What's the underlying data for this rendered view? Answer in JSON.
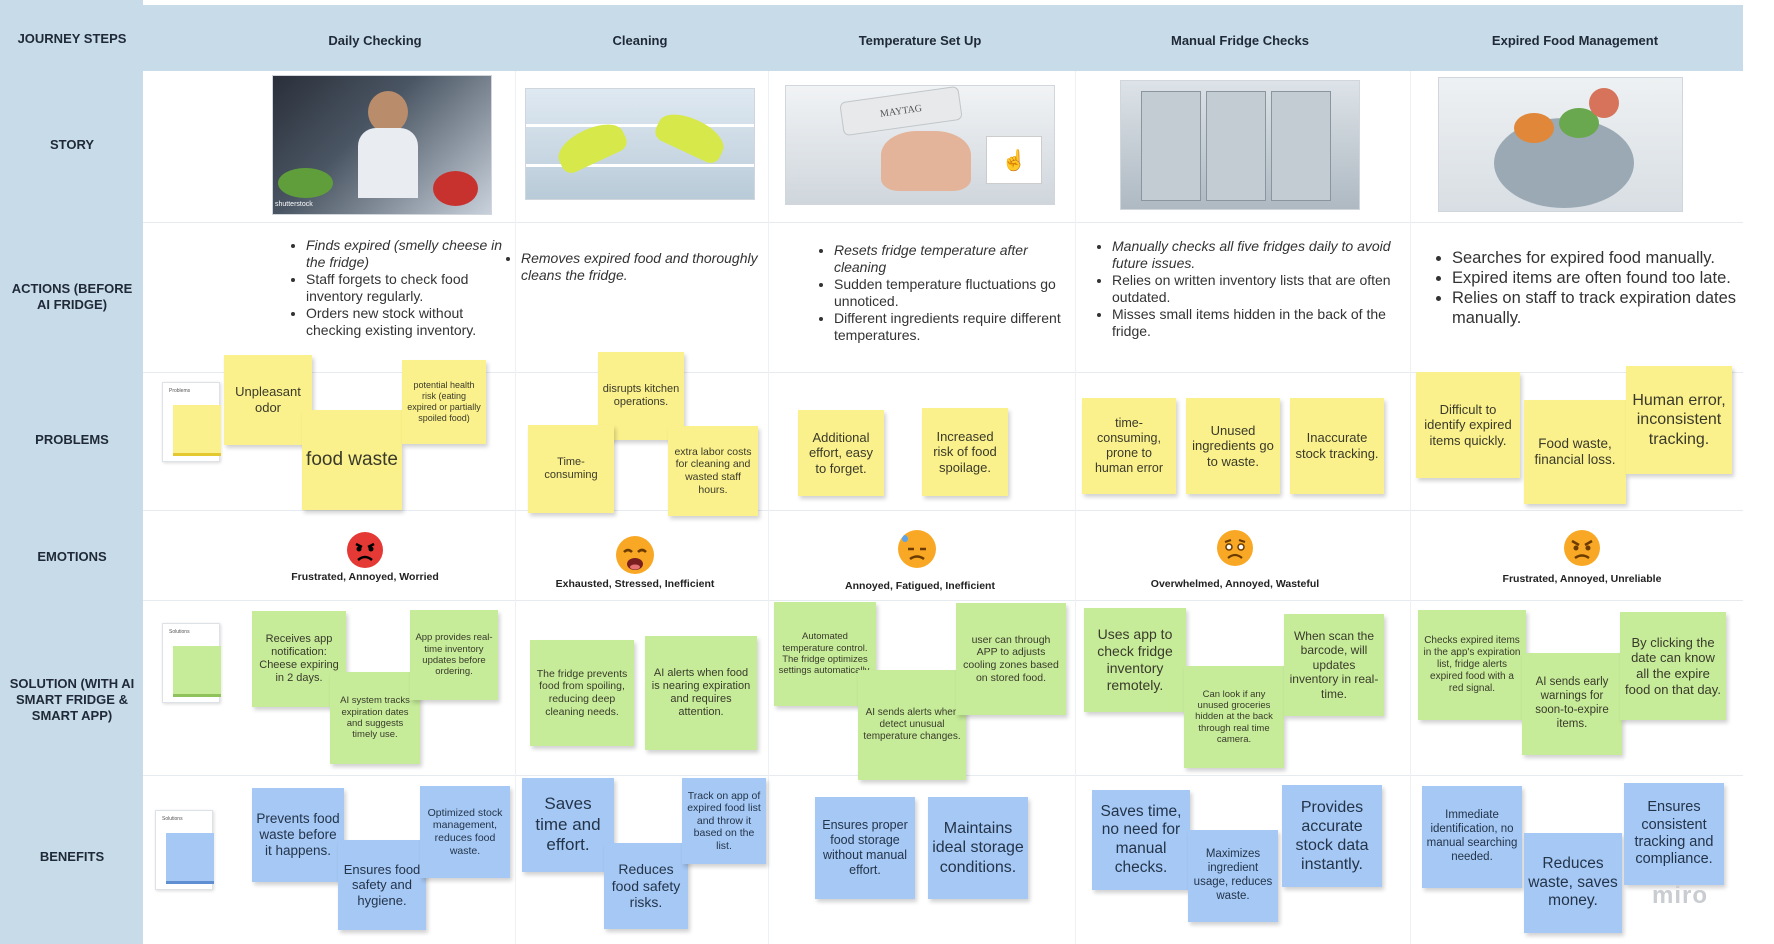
{
  "row_labels": {
    "journey": "JOURNEY STEPS",
    "story": "STORY",
    "actions": "ACTIONS (BEFORE AI FRIDGE)",
    "problems": "PROBLEMS",
    "emotions": "EMOTIONS",
    "solution": "SOLUTION (WITH AI SMART FRIDGE & SMART APP)",
    "benefits": "BENEFITS"
  },
  "steps": [
    "Daily Checking",
    "Cleaning",
    "Temperature Set Up",
    "Manual Fridge Checks",
    "Expired Food Management"
  ],
  "thumbnails": {
    "problems": "Problems",
    "solution": "Solutions",
    "benefits": "Solutions"
  },
  "photo_text": {
    "watermark": "shutterstock",
    "brand": "MAYTAG"
  },
  "actions": {
    "c1": [
      "Finds expired (smelly cheese in the fridge)",
      "Staff forgets to check food inventory regularly.",
      "Orders new stock without checking existing inventory."
    ],
    "c2": [
      "Removes expired food and thoroughly cleans the fridge."
    ],
    "c3": [
      "Resets fridge temperature after cleaning",
      "Sudden temperature fluctuations go unnoticed.",
      "Different ingredients require different temperatures."
    ],
    "c4": [
      "Manually checks all five fridges daily to avoid future issues.",
      "Relies on written inventory lists that are often outdated.",
      "Misses small items hidden in the back of the fridge."
    ],
    "c5": [
      "Searches for expired food manually.",
      "Expired items are often found too late.",
      "Relies on staff to track expiration dates manually."
    ]
  },
  "problems": {
    "c1": [
      "Unpleasant odor",
      "food waste",
      "potential health risk (eating expired or partially spoiled food)"
    ],
    "c2": [
      "disrupts kitchen operations.",
      "Time-consuming",
      "extra labor costs for cleaning and wasted staff hours."
    ],
    "c3": [
      "Additional effort, easy to forget.",
      "Increased risk of food spoilage."
    ],
    "c4": [
      "time-consuming, prone to human error",
      "Unused ingredients go to waste.",
      "Inaccurate stock tracking."
    ],
    "c5": [
      "Difficult to identify expired items quickly.",
      "Food waste, financial loss.",
      "Human error, inconsistent tracking."
    ]
  },
  "emotions": [
    {
      "text": "Frustrated, Annoyed, Worried",
      "icon": "angry-face-icon",
      "color": "#e53935"
    },
    {
      "text": "Exhausted, Stressed, Inefficient",
      "icon": "tired-face-icon",
      "color": "#f9a825"
    },
    {
      "text": "Annoyed, Fatigued, Inefficient",
      "icon": "sweat-face-icon",
      "color": "#f9a825"
    },
    {
      "text": "Overwhelmed, Annoyed, Wasteful",
      "icon": "worried-face-icon",
      "color": "#f9a825"
    },
    {
      "text": "Frustrated, Annoyed, Unreliable",
      "icon": "pouting-face-icon",
      "color": "#f9a825"
    }
  ],
  "solutions": {
    "c1": [
      "Receives app notification: Cheese expiring in 2 days.",
      "AI system tracks expiration dates and suggests timely use.",
      "App provides real-time inventory updates before ordering."
    ],
    "c2": [
      "The fridge prevents food from spoiling, reducing deep cleaning needs.",
      "AI alerts when food is nearing expiration and requires attention."
    ],
    "c3": [
      "Automated temperature control. The fridge optimizes settings automatically.",
      "AI sends alerts when detect unusual temperature changes.",
      "user can through APP to adjusts cooling zones based on stored food."
    ],
    "c4": [
      "Uses app to check fridge inventory remotely.",
      "Can look if any unused groceries hidden at the back through real time camera.",
      "When scan the barcode, will updates inventory in real-time."
    ],
    "c5": [
      "Checks expired items in the app's expiration list, fridge alerts expired food with a red signal.",
      "AI sends early warnings for soon-to-expire items.",
      "By clicking the date can know all the expire food on that day."
    ]
  },
  "benefits": {
    "c1": [
      "Prevents food waste before it happens.",
      "Ensures food safety and hygiene.",
      "Optimized stock management, reduces food waste."
    ],
    "c2": [
      "Saves time and effort.",
      "Reduces food safety risks.",
      "Track on app of expired food list and throw it based on the list."
    ],
    "c3": [
      "Ensures proper food storage without manual effort.",
      "Maintains ideal storage conditions."
    ],
    "c4": [
      "Saves time, no need for manual checks.",
      "Maximizes ingredient usage, reduces waste.",
      "Provides accurate stock data instantly."
    ],
    "c5": [
      "Immediate identification, no manual searching needed.",
      "Reduces waste, saves money.",
      "Ensures consistent tracking and compliance."
    ]
  },
  "watermark": "miro",
  "colors": {
    "header": "#c8dbe8",
    "problem_sticky": "#fbf18c",
    "solution_sticky": "#c6ec9a",
    "benefit_sticky": "#a6c8f4"
  }
}
